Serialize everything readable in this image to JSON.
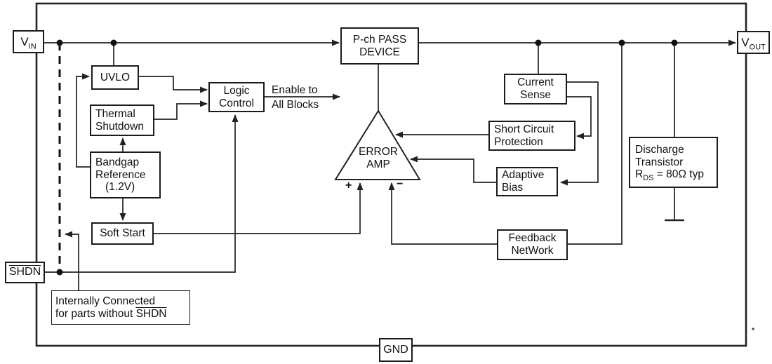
{
  "pins": {
    "vin": {
      "base": "V",
      "sub": "IN"
    },
    "vout": {
      "base": "V",
      "sub": "OUT"
    },
    "shdn": {
      "label": "SHDN"
    },
    "gnd": {
      "label": "GND"
    }
  },
  "blocks": {
    "uvlo": {
      "line1": "UVLO"
    },
    "thermal_shutdown": {
      "line1": "Thermal",
      "line2": "Shutdown"
    },
    "bandgap_reference": {
      "line1": "Bandgap",
      "line2": "Reference",
      "line3": "(1.2V)"
    },
    "soft_start": {
      "line1": "Soft Start"
    },
    "logic_control": {
      "line1": "Logic",
      "line2": "Control"
    },
    "pass_device": {
      "line1": "P-ch PASS",
      "line2": "DEVICE"
    },
    "error_amp": {
      "line1": "ERROR",
      "line2": "AMP",
      "plus": "+",
      "minus": "−"
    },
    "current_sense": {
      "line1": "Current",
      "line2": "Sense"
    },
    "short_circuit_protection": {
      "line1": "Short Circuit",
      "line2": "Protection"
    },
    "adaptive_bias": {
      "line1": "Adaptive",
      "line2": "Bias"
    },
    "feedback_network": {
      "line1": "Feedback",
      "line2": "NetWork"
    },
    "discharge_transistor": {
      "line1": "Discharge",
      "line2": "Transistor",
      "r_base": "R",
      "r_sub": "DS",
      "r_rest": " = 80Ω typ"
    }
  },
  "annotations": {
    "enable": {
      "line1": "Enable to",
      "line2": "All Blocks"
    },
    "note": {
      "line1": "Internally Connected",
      "line2_prefix": "for parts without ",
      "line2_shdn": "SHDN"
    }
  },
  "colors": {
    "wire": "#222222",
    "box_border": "#1b1b1b",
    "background": "#ffffff",
    "text": "#111111"
  }
}
